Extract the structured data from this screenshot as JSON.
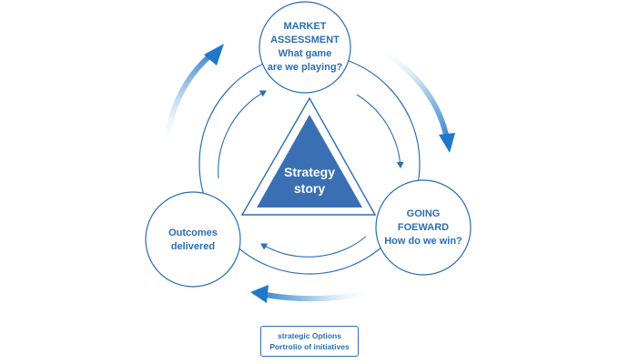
{
  "colors": {
    "primary": "#2a6db5",
    "triangle_fill": "#3a6fb4",
    "ring": "#2a6db5",
    "arrow_light": "#d7e7f6",
    "arrow_dark": "#1f78c8"
  },
  "center": {
    "line1": "Strategy",
    "line2": "story"
  },
  "nodes": {
    "market": {
      "line1": "MARKET",
      "line2": "ASSESSMENT",
      "line3": "What game",
      "line4": "are we playing?"
    },
    "going": {
      "line1": "GOING",
      "line2": "FOEWARD",
      "line3": "How do we win?"
    },
    "outcomes": {
      "line1": "Outcomes",
      "line2": "delivered"
    }
  },
  "legend": {
    "line1": "strategic Options",
    "line2": "Portrolio of initiatives"
  }
}
